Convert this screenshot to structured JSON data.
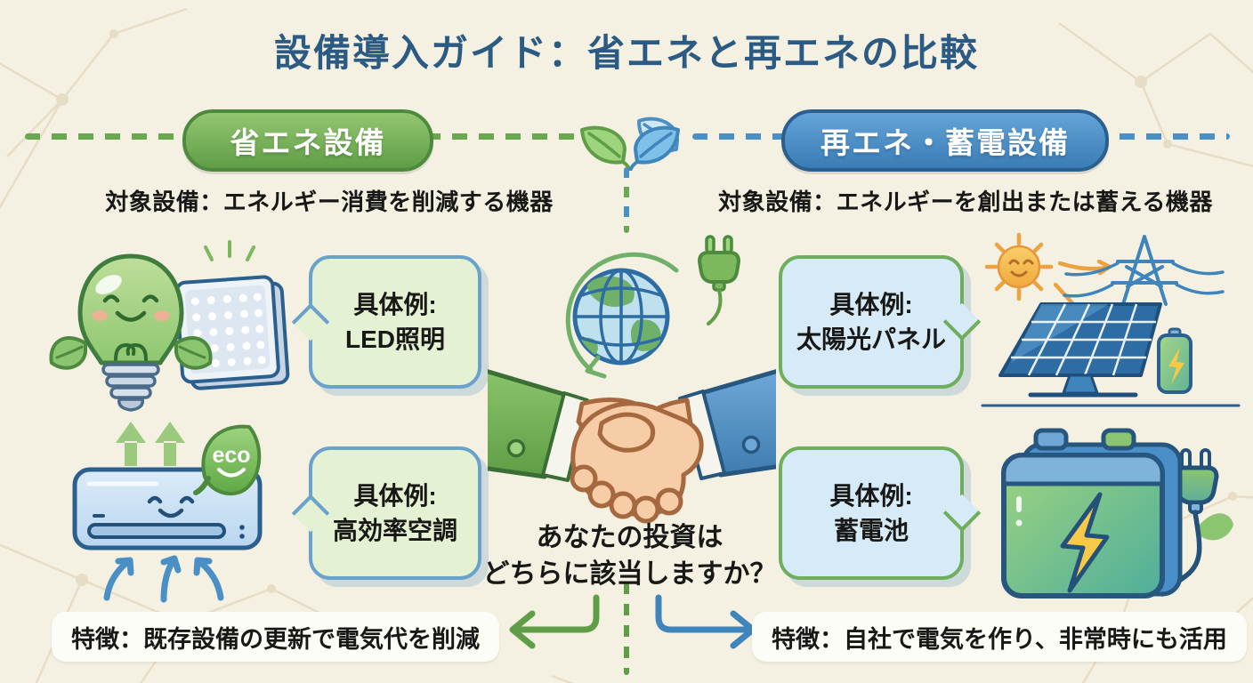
{
  "title": "設備導入ガイド：省エネと再エネの比較",
  "left_section": {
    "badge_label": "省エネ設備",
    "target_text": "対象設備：エネルギー消費を削減する機器",
    "examples": [
      {
        "prefix": "具体例:",
        "name": "LED照明"
      },
      {
        "prefix": "具体例:",
        "name": "高効率空調"
      }
    ],
    "eco_badge_label": "eco",
    "feature_text": "特徴：既存設備の更新で電気代を削減"
  },
  "right_section": {
    "badge_label": "再エネ・蓄電設備",
    "target_text": "対象設備：エネルギーを創出または蓄える機器",
    "examples": [
      {
        "prefix": "具体例:",
        "name": "太陽光パネル"
      },
      {
        "prefix": "具体例:",
        "name": "蓄電池"
      }
    ],
    "feature_text": "特徴：自社で電気を作り、非常時にも活用"
  },
  "center": {
    "question_line1": "あなたの投資は",
    "question_line2": "どちらに該当しますか？"
  },
  "icons": {
    "left_top": "smiling-lightbulb-with-led-panel",
    "left_bottom": "air-conditioner-with-eco-leaf",
    "center": "handshake-globe-plug",
    "center_junction": "green-blue-sprout-leaves",
    "right_line_start": "blue-leaf",
    "right_top": "sun-solar-panel-power-grid",
    "right_bottom": "storage-battery-with-plug"
  },
  "colors": {
    "background": "#f4f0e2",
    "title": "#2b5a82",
    "green_accent": "#5f9e46",
    "blue_accent": "#3f85bb",
    "badge_green": "#5f9e46",
    "badge_blue": "#3a7cb5",
    "bubble_green_fill": "#e4f1d2",
    "bubble_blue_fill": "#d6ebf7",
    "text": "#181816"
  }
}
